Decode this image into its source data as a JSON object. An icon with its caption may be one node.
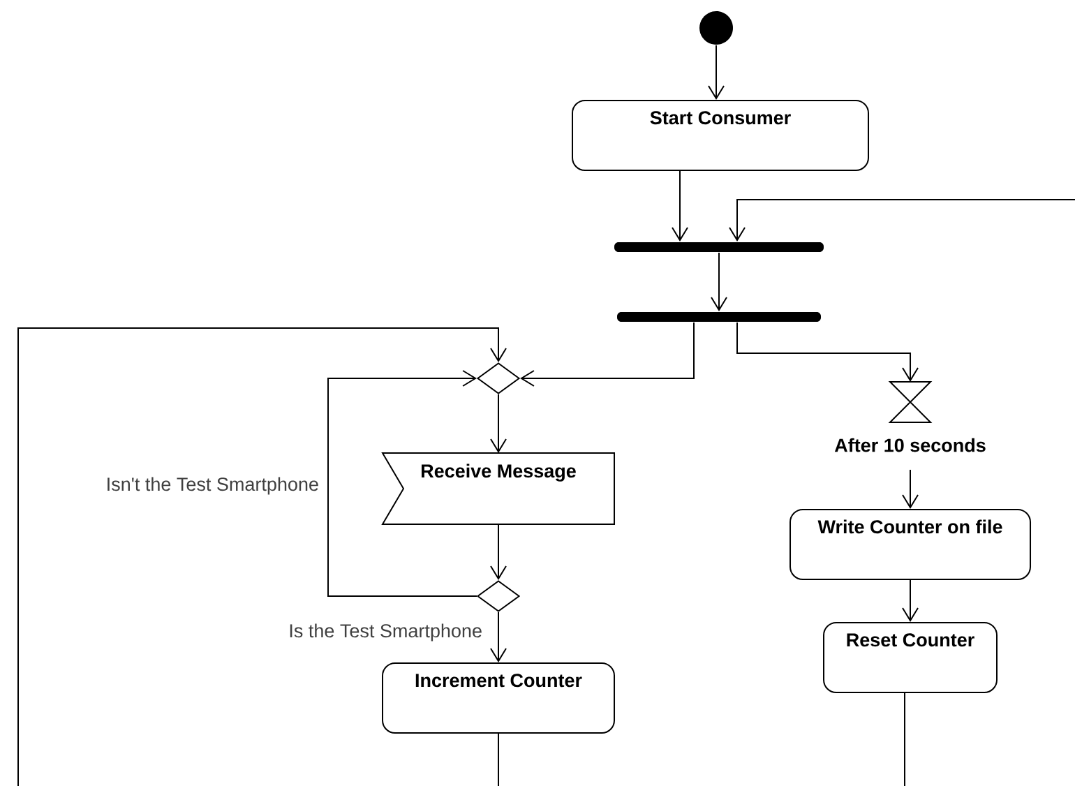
{
  "diagram": {
    "nodes": [
      {
        "text": [],
        "shape": "circle"
      },
      {
        "text": [
          "Start Consumer"
        ]
      },
      {
        "text": [],
        "shape": "bar"
      },
      {
        "text": [],
        "shape": "bar"
      },
      {
        "text": [],
        "shape": "diamond"
      },
      {
        "text": [
          "Receive Message"
        ]
      },
      {
        "text": [],
        "shape": "diamond"
      },
      {
        "text": [
          "Increment Counter"
        ]
      },
      {
        "text": [],
        "shape": "hourglass",
        "beside": [
          "After 10 seconds"
        ]
      },
      {
        "text": [
          "Write Counter on file"
        ]
      },
      {
        "text": [
          "Reset Counter"
        ]
      }
    ],
    "edges": [
      {
        "from": 0,
        "to": 1,
        "arrow": "to"
      },
      {
        "from": 1,
        "to": 2,
        "arrow": "to"
      },
      {
        "from": null,
        "to": 2,
        "arrow": "to"
      },
      {
        "from": 2,
        "to": 3,
        "arrow": "to"
      },
      {
        "from": 3,
        "to": 4,
        "arrow": "to"
      },
      {
        "from": 3,
        "to": 8,
        "arrow": "to"
      },
      {
        "from": null,
        "to": 4,
        "arrow": "to"
      },
      {
        "from": 4,
        "to": 5,
        "arrow": "to"
      },
      {
        "from": 5,
        "to": 6,
        "arrow": "to"
      },
      {
        "from": 6,
        "to": 4,
        "arrow": "to",
        "label": "Isn't the Test Smartphone"
      },
      {
        "from": 6,
        "to": 7,
        "arrow": "to",
        "label": "Is the Test Smartphone"
      },
      {
        "from": 8,
        "to": 9,
        "arrow": "to"
      },
      {
        "from": 9,
        "to": 10,
        "arrow": "to"
      },
      {
        "from": 7,
        "to": null,
        "arrow": "none"
      },
      {
        "from": 10,
        "to": null,
        "arrow": "none"
      }
    ]
  }
}
